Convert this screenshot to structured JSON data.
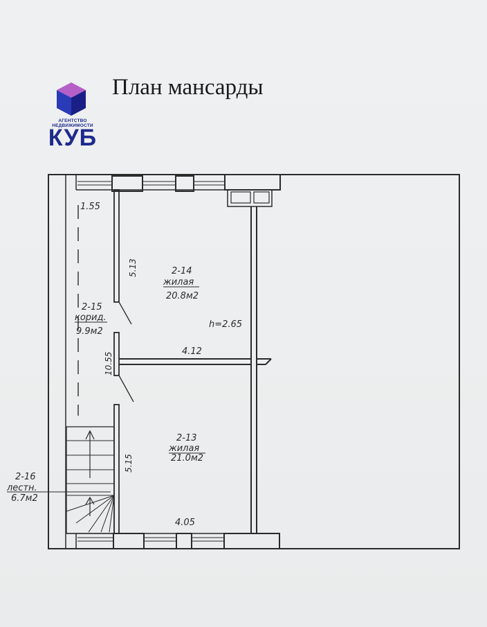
{
  "title": "План мансарды",
  "logo": {
    "line1": "АГЕНТСТВО",
    "line2": "НЕДВИЖИМОСТИ",
    "name": "КУБ",
    "colors": {
      "top": "#b65fc8",
      "left": "#2a3bb8",
      "right": "#1a1f85",
      "text": "#1e2a8c"
    }
  },
  "rooms": [
    {
      "id": "2-14",
      "type": "жилая",
      "area": "20.8м2"
    },
    {
      "id": "2-13",
      "type": "жилая",
      "area": "21.0м2"
    },
    {
      "id": "2-15",
      "type": "корид.",
      "area": "9.9м2"
    },
    {
      "id": "2-16",
      "type": "лестн.",
      "area": "6.7м2"
    }
  ],
  "dimensions": {
    "corridor_width": "1.55",
    "room14_length": "5.13",
    "room13_length": "5.15",
    "corridor_length": "10.55",
    "room14_width": "4.12",
    "room13_width": "4.05",
    "height": "h=2.65"
  }
}
